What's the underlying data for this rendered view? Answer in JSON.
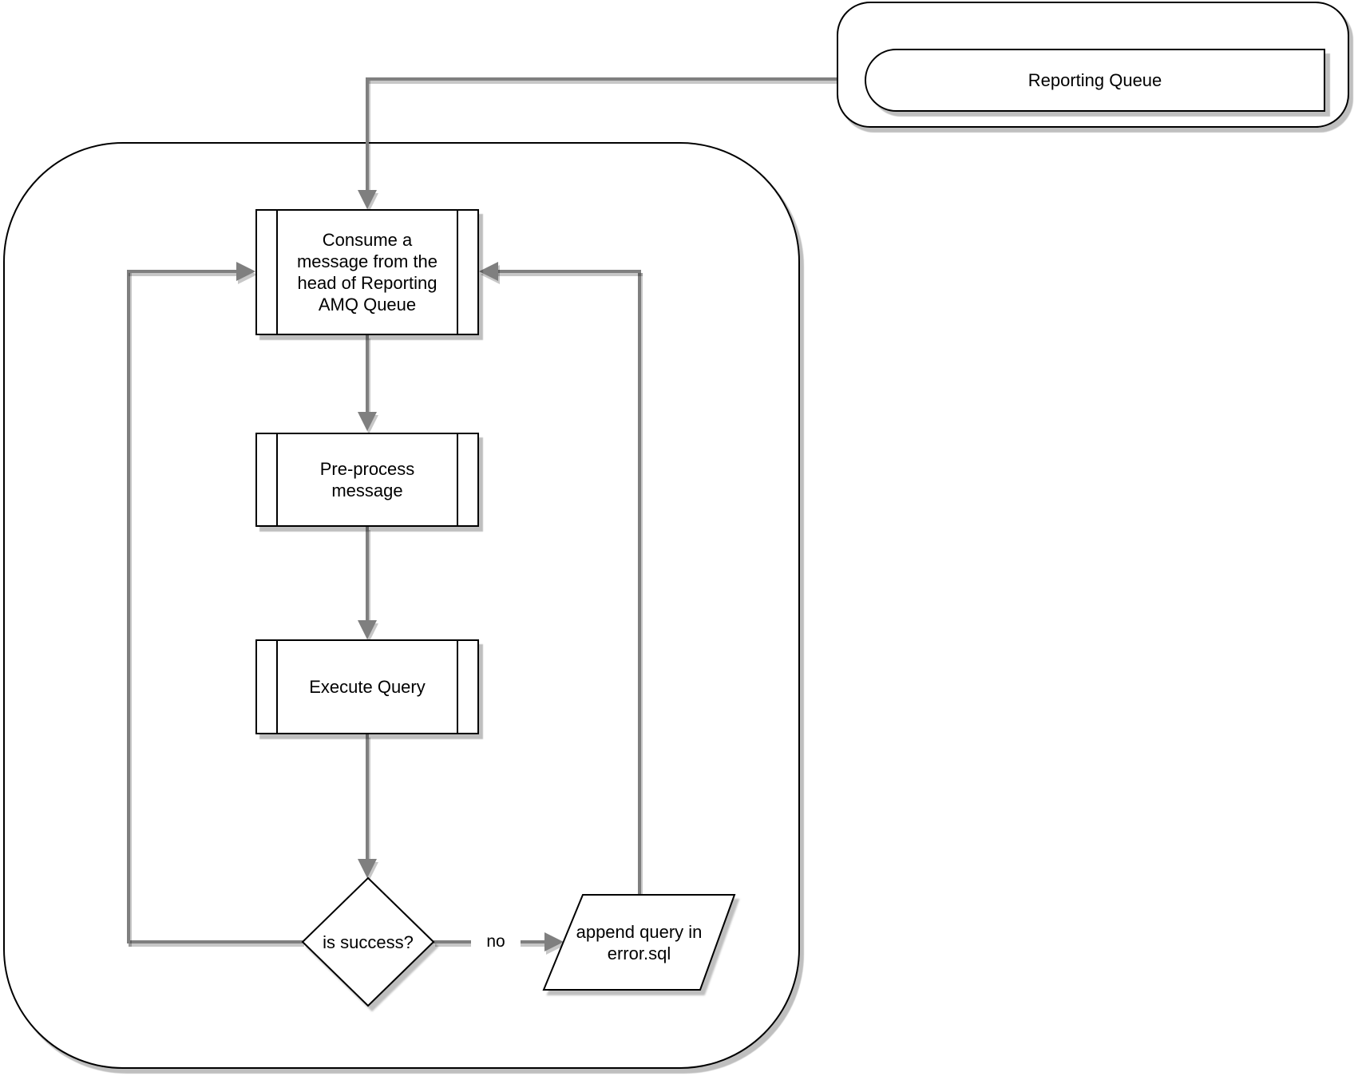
{
  "diagram": {
    "queue_node": "Reporting Queue",
    "consume_node": "Consume a message from the head of Reporting AMQ Queue",
    "preprocess_node": "Pre-process message",
    "execute_node": "Execute Query",
    "decision_node": "is success?",
    "error_node": "append query in error.sql",
    "no_edge_label": "no",
    "colors": {
      "shape_border": "#000000",
      "shape_fill": "#ffffff",
      "connector": "#7f7f7f",
      "shadow": "#c6c6c6",
      "background": "#ffffff"
    }
  }
}
